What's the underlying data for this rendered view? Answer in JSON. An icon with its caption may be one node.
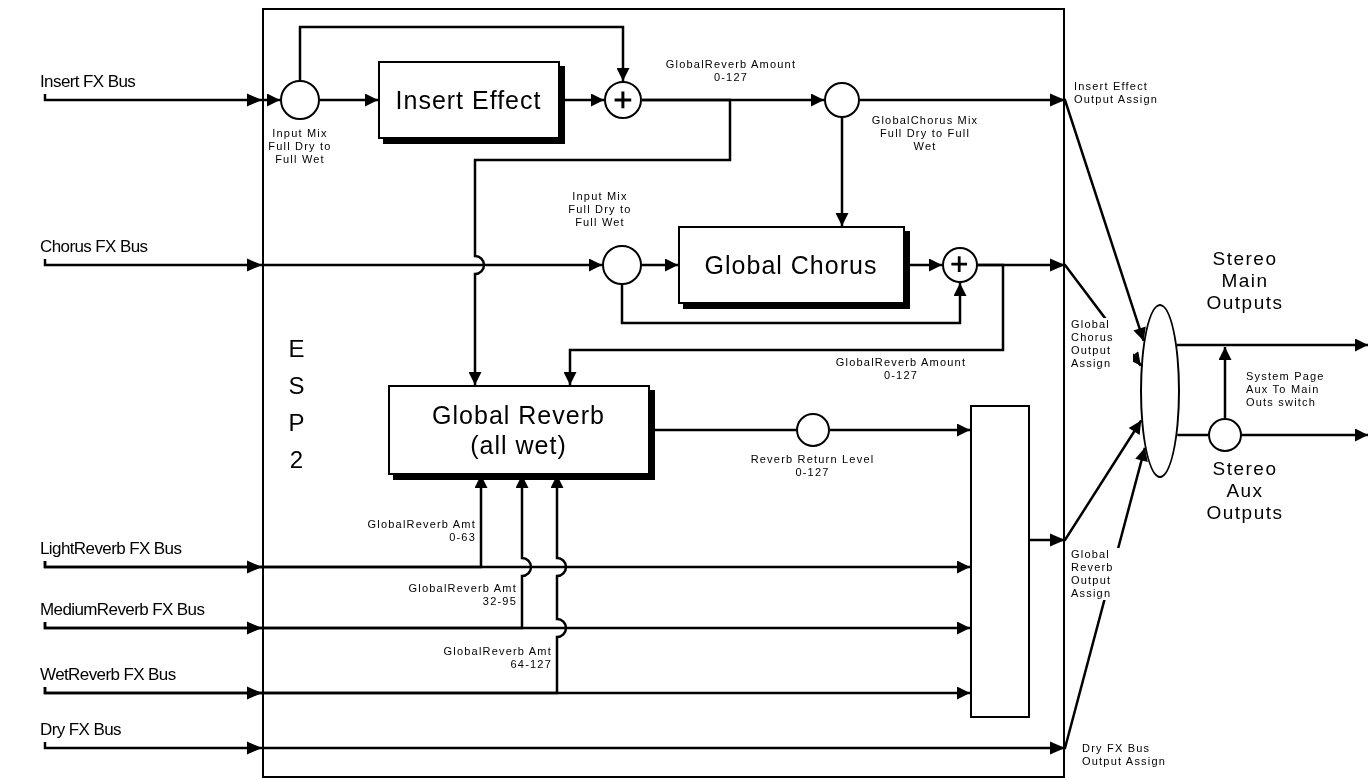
{
  "diagram": {
    "nodes": [
      {
        "text": [
          "ESP2"
        ]
      },
      {
        "text": [
          "Insert FX Bus"
        ]
      },
      {
        "text": [
          "Chorus FX Bus"
        ]
      },
      {
        "text": [
          "LightReverb FX Bus"
        ]
      },
      {
        "text": [
          "MediumReverb FX Bus"
        ]
      },
      {
        "text": [
          "WetReverb FX Bus"
        ]
      },
      {
        "text": [
          "Dry FX Bus"
        ]
      },
      {
        "text": [],
        "shape": "circle",
        "in": 0,
        "beside": [
          "Input Mix Full Dry to Full Wet"
        ]
      },
      {
        "text": [
          "Insert Effect"
        ],
        "in": 0
      },
      {
        "text": [],
        "shape": "circle",
        "in": 0
      },
      {
        "text": [],
        "shape": "circle",
        "in": 0,
        "beside": [
          "GlobalChorus Mix Full Dry to Full Wet"
        ]
      },
      {
        "text": [],
        "shape": "circle",
        "in": 0,
        "beside": [
          "Input Mix Full Dry to Full Wet"
        ]
      },
      {
        "text": [
          "Global Chorus"
        ],
        "in": 0
      },
      {
        "text": [],
        "shape": "circle",
        "in": 0
      },
      {
        "text": [
          "Global Reverb (all wet)"
        ],
        "in": 0
      },
      {
        "text": [],
        "shape": "circle",
        "in": 0,
        "beside": [
          "Reverb Return Level 0-127"
        ]
      },
      {
        "text": [],
        "shape": "box",
        "in": 0
      },
      {
        "text": [],
        "shape": "ellipse"
      },
      {
        "text": [],
        "shape": "circle"
      }
    ],
    "edges": [
      {
        "from": 1,
        "to": 7,
        "arrow": "to"
      },
      {
        "from": 7,
        "to": 8,
        "arrow": "to"
      },
      {
        "from": 7,
        "to": 9,
        "arrow": "to"
      },
      {
        "from": 8,
        "to": 9,
        "arrow": "to"
      },
      {
        "from": 9,
        "to": 10,
        "arrow": "to"
      },
      {
        "from": 9,
        "to": 14,
        "arrow": "to",
        "label": "GlobalReverb Amount 0-127"
      },
      {
        "from": 10,
        "to": 17,
        "arrow": "to",
        "label": "Insert Effect Output Assign"
      },
      {
        "from": 10,
        "to": 12,
        "arrow": "to"
      },
      {
        "from": 2,
        "to": 11,
        "arrow": "to"
      },
      {
        "from": 11,
        "to": 12,
        "arrow": "to"
      },
      {
        "from": 11,
        "to": 13,
        "arrow": "to"
      },
      {
        "from": 12,
        "to": 13,
        "arrow": "to"
      },
      {
        "from": 13,
        "to": 17,
        "arrow": "to",
        "label": "Global Chorus Output Assign"
      },
      {
        "from": 13,
        "to": 14,
        "arrow": "to",
        "label": "GlobalReverb Amount 0-127"
      },
      {
        "from": 14,
        "to": 15,
        "arrow": "none"
      },
      {
        "from": 15,
        "to": 16,
        "arrow": "to"
      },
      {
        "from": 3,
        "to": 16,
        "arrow": "to"
      },
      {
        "from": 3,
        "to": 14,
        "arrow": "to",
        "label": "GlobalReverb Amt 0-63"
      },
      {
        "from": 4,
        "to": 16,
        "arrow": "to"
      },
      {
        "from": 4,
        "to": 14,
        "arrow": "to",
        "label": "GlobalReverb Amt 32-95"
      },
      {
        "from": 5,
        "to": 16,
        "arrow": "to"
      },
      {
        "from": 5,
        "to": 14,
        "arrow": "to",
        "label": "GlobalReverb Amt 64-127"
      },
      {
        "from": 16,
        "to": 17,
        "arrow": "to",
        "label": "Global Reverb Output Assign"
      },
      {
        "from": 6,
        "to": 17,
        "arrow": "to",
        "label": "Dry FX Bus Output Assign"
      },
      {
        "from": 17,
        "to": null,
        "arrow": "to"
      },
      {
        "from": 17,
        "to": 18,
        "arrow": "none"
      },
      {
        "from": 18,
        "to": null,
        "arrow": "to"
      },
      {
        "from": 18,
        "to": null,
        "arrow": "to"
      }
    ],
    "labels": [
      "Stereo Main Outputs",
      "System Page Aux To Main Outs switch",
      "Stereo Aux Outputs"
    ]
  }
}
